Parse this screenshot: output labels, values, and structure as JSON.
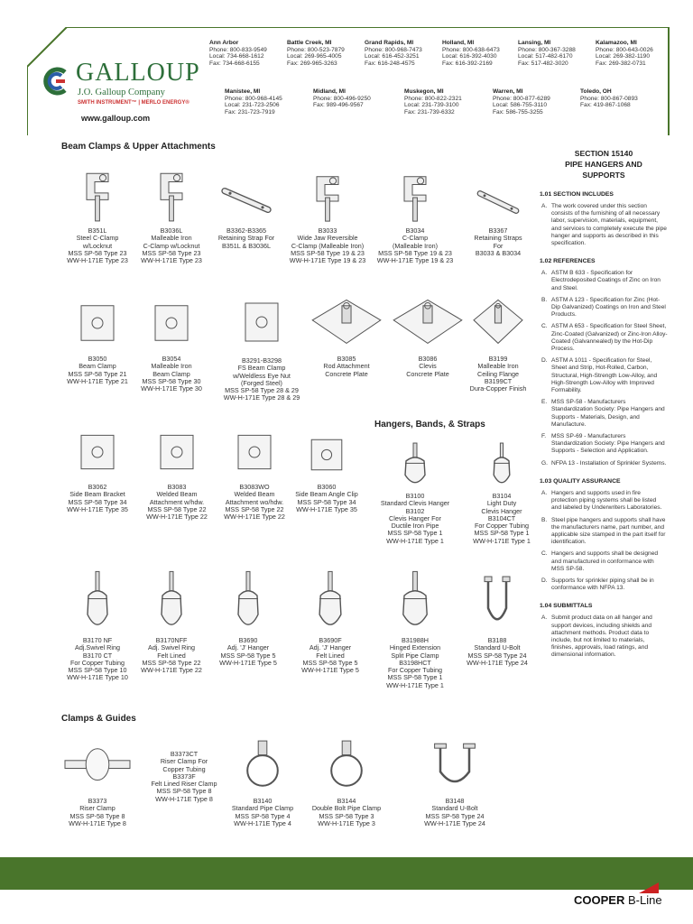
{
  "brand": {
    "name": "GALLOUP",
    "tagline": "J.O. Galloup Company",
    "sub": "SMITH INSTRUMENT™ | MERLO ENERGY®",
    "website": "www.galloup.com",
    "green": "#49752b"
  },
  "offices": [
    {
      "name": "Ann Arbor",
      "l1": "Phone: 800-833-9549",
      "l2": "Local: 734-668-1612",
      "l3": "Fax: 734-668-6155"
    },
    {
      "name": "Battle Creek, MI",
      "l1": "Phone: 800-523-7879",
      "l2": "Local: 269-965-4005",
      "l3": "Fax: 269-965-3263"
    },
    {
      "name": "Grand Rapids, MI",
      "l1": "Phone: 800-968-7473",
      "l2": "Local: 616-452-3251",
      "l3": "Fax: 616-248-4575"
    },
    {
      "name": "Holland, MI",
      "l1": "Phone: 800-638-6473",
      "l2": "Local: 616-392-4030",
      "l3": "Fax: 616-392-2169"
    },
    {
      "name": "Lansing, MI",
      "l1": "Phone: 800-367-3288",
      "l2": "Local: 517-482-6170",
      "l3": "Fax: 517-482-3020"
    },
    {
      "name": "Kalamazoo, MI",
      "l1": "Phone: 800-643-0026",
      "l2": "Local: 269-382-1190",
      "l3": "Fax: 269-382-0731"
    },
    {
      "name": "Manistee, MI",
      "l1": "Phone: 800-968-4145",
      "l2": "Local: 231-723-2506",
      "l3": "Fax: 231-723-7919"
    },
    {
      "name": "Midland, MI",
      "l1": "Phone: 800-496-9250",
      "l2": "Fax: 989-496-9567",
      "l3": ""
    },
    {
      "name": "Muskegon, MI",
      "l1": "Phone: 800-822-2321",
      "l2": "Local: 231-739-3100",
      "l3": "Fax: 231-739-6332"
    },
    {
      "name": "Warren, MI",
      "l1": "Phone: 800-877-6289",
      "l2": "Local: 586-755-3110",
      "l3": "Fax: 586-755-3255"
    },
    {
      "name": "Toledo, OH",
      "l1": "Phone: 800-867-0893",
      "l2": "Fax: 419-867-1068",
      "l3": ""
    }
  ],
  "sections": {
    "beam": "Beam Clamps & Upper Attachments",
    "hangers": "Hangers, Bands, & Straps",
    "clamps": "Clamps & Guides"
  },
  "products": [
    {
      "icon": "c-clamp-locknut-icon",
      "lines": [
        "B351L",
        "Steel C-Clamp",
        "w/Locknut",
        "MSS SP-58 Type 23",
        "WW-H-171E Type 23"
      ]
    },
    {
      "icon": "malleable-c-clamp-icon",
      "lines": [
        "B3036L",
        "Malleable Iron",
        "C-Clamp w/Locknut",
        "MSS SP-58 Type 23",
        "WW-H-171E Type 23"
      ]
    },
    {
      "icon": "retaining-strap-icon",
      "lines": [
        "B3362-B3365",
        "Retaining Strap For",
        "B351L & B3036L"
      ]
    },
    {
      "icon": "wide-jaw-c-clamp-icon",
      "lines": [
        "B3033",
        "Wide Jaw Reversible",
        "C-Clamp (Malleable Iron)",
        "MSS SP-58 Type 19 & 23",
        "WW-H-171E Type 19 & 23"
      ]
    },
    {
      "icon": "c-clamp-icon",
      "lines": [
        "B3034",
        "C-Clamp",
        "(Malleable Iron)",
        "MSS SP-58 Type 19 & 23",
        "WW-H-171E Type 19 & 23"
      ]
    },
    {
      "icon": "retaining-straps-icon",
      "lines": [
        "B3367",
        "Retaining Straps",
        "For",
        "B3033 & B3034"
      ]
    },
    {
      "icon": "beam-clamp-icon",
      "lines": [
        "B3050",
        "Beam Clamp",
        "MSS SP-58 Type 21",
        "WW-H-171E Type 21"
      ]
    },
    {
      "icon": "malleable-beam-clamp-icon",
      "lines": [
        "B3054",
        "Malleable Iron",
        "Beam Clamp",
        "MSS SP-58 Type 30",
        "WW-H-171E Type 30"
      ]
    },
    {
      "icon": "fs-beam-clamp-icon",
      "lines": [
        "B3291-B3298",
        "FS Beam Clamp",
        "w/Weldless Eye Nut",
        "(Forged Steel)",
        "MSS SP-58 Type 28 & 29",
        "WW-H-171E Type 28 & 29"
      ]
    },
    {
      "icon": "rod-attachment-plate-icon",
      "lines": [
        "B3085",
        "Rod Attachment",
        "Concrete Plate"
      ]
    },
    {
      "icon": "clevis-plate-icon",
      "lines": [
        "B3086",
        "Clevis",
        "Concrete Plate"
      ]
    },
    {
      "icon": "ceiling-flange-icon",
      "lines": [
        "B3199",
        "Malleable Iron",
        "Ceiling Flange",
        "B3199CT",
        "Dura-Copper Finish"
      ]
    },
    {
      "icon": "side-beam-bracket-icon",
      "lines": [
        "B3062",
        "Side Beam Bracket",
        "MSS SP-58 Type 34",
        "WW-H-171E Type 35"
      ]
    },
    {
      "icon": "welded-beam-attachment-icon",
      "lines": [
        "B3083",
        "Welded Beam",
        "Attachment w/hdw.",
        "MSS SP-58 Type 22",
        "WW-H-171E Type 22"
      ]
    },
    {
      "icon": "welded-beam-attachment-wo-icon",
      "lines": [
        "B3083WO",
        "Welded Beam",
        "Attachment wo/hdw.",
        "MSS SP-58 Type 22",
        "WW-H-171E Type 22"
      ]
    },
    {
      "icon": "angle-clip-icon",
      "lines": [
        "B3060",
        "Side Beam Angle Clip",
        "MSS SP-58 Type 34",
        "WW-H-171E Type 35"
      ]
    },
    {
      "icon": "clevis-hanger-icon",
      "lines": [
        "B3100",
        "Standard Clevis Hanger",
        "B3102",
        "Clevis Hanger For",
        "Ductile Iron Pipe",
        "MSS SP-58 Type 1",
        "WW-H-171E Type 1"
      ]
    },
    {
      "icon": "light-clevis-hanger-icon",
      "lines": [
        "B3104",
        "Light Duty",
        "Clevis Hanger",
        "B3104CT",
        "For Copper Tubing",
        "MSS SP-58 Type 1",
        "WW-H-171E Type 1"
      ]
    },
    {
      "icon": "swivel-ring-icon",
      "lines": [
        "B3170 NF",
        "Adj.Swivel Ring",
        "B3170 CT",
        "For Copper Tubing",
        "MSS SP-58 Type 10",
        "WW-H-171E Type 10"
      ]
    },
    {
      "icon": "felt-swivel-ring-icon",
      "lines": [
        "B3170NFF",
        "Adj. Swivel Ring",
        "Felt Lined",
        "MSS SP-58 Type 22",
        "WW-H-171E Type 22"
      ]
    },
    {
      "icon": "j-hanger-icon",
      "lines": [
        "B3690",
        "Adj. 'J' Hanger",
        "MSS SP-58 Type 5",
        "WW-H-171E Type 5"
      ]
    },
    {
      "icon": "felt-j-hanger-icon",
      "lines": [
        "B3690F",
        "Adj. 'J' Hanger",
        "Felt Lined",
        "MSS SP-58 Type 5",
        "WW-H-171E Type 5"
      ]
    },
    {
      "icon": "split-pipe-clamp-icon",
      "lines": [
        "B31988H",
        "Hinged Extension",
        "Split Pipe Clamp",
        "B3198HCT",
        "For Copper Tubing",
        "MSS SP-58 Type 1",
        "WW-H-171E Type 1"
      ]
    },
    {
      "icon": "u-bolt-icon",
      "lines": [
        "B3188",
        "Standard U-Bolt",
        "MSS SP-58 Type 24",
        "WW-H-171E Type 24"
      ]
    },
    {
      "icon": "riser-clamp-icon",
      "lines": [
        "B3373",
        "Riser Clamp",
        "MSS SP-58 Type 8",
        "WW-H-171E Type 8"
      ]
    },
    {
      "icon": "",
      "lines": [
        "B3373CT",
        "Riser Clamp For",
        "Copper Tubing",
        "B3373F",
        "Felt Lined Riser Clamp",
        "MSS SP-58 Type 8",
        "WW-H-171E Type 8"
      ]
    },
    {
      "icon": "pipe-clamp-icon",
      "lines": [
        "B3140",
        "Standard Pipe Clamp",
        "MSS SP-58 Type 4",
        "WW-H-171E Type 4"
      ]
    },
    {
      "icon": "double-bolt-clamp-icon",
      "lines": [
        "B3144",
        "Double Bolt Pipe Clamp",
        "MSS SP-58 Type 3",
        "WW-H-171E Type 3"
      ]
    },
    {
      "icon": "u-bolt-base-icon",
      "lines": [
        "B3148",
        "Standard U-Bolt",
        "MSS SP-58 Type 24",
        "WW-H-171E Type 24"
      ]
    }
  ],
  "spec": {
    "title1": "SECTION 15140",
    "title2": "PIPE HANGERS AND",
    "title3": "SUPPORTS",
    "groups": [
      {
        "head": "1.01  SECTION INCLUDES",
        "items": [
          {
            "letter": "A.",
            "text": "The work covered under this section consists of the furnishing of all necessary labor, supervision, materials, equipment, and services to completely execute the pipe hanger and supports as described in this specification."
          }
        ]
      },
      {
        "head": "1.02  REFERENCES",
        "items": [
          {
            "letter": "A.",
            "text": "ASTM B 633 - Specification for Electrodeposited Coatings of Zinc on Iron and Steel."
          },
          {
            "letter": "B.",
            "text": "ASTM A 123 - Specification for Zinc (Hot-Dip Galvanized) Coatings on Iron and Steel Products."
          },
          {
            "letter": "C.",
            "text": "ASTM A 653 - Specification for Steel Sheet, Zinc-Coated (Galvanized) or Zinc-Iron Alloy-Coated (Galvannealed) by the Hot-Dip Process."
          },
          {
            "letter": "D.",
            "text": "ASTM A 1011 - Specification for Steel, Sheet and Strip, Hot-Rolled, Carbon, Structural, High-Strength Low-Alloy, and High-Strength Low-Alloy with Improved Formability."
          },
          {
            "letter": "E.",
            "text": "MSS SP-58 - Manufacturers Standardization Society: Pipe Hangers and Supports - Materials, Design, and Manufacture."
          },
          {
            "letter": "F.",
            "text": "MSS SP-69 - Manufacturers Standardization Society: Pipe Hangers and Supports - Selection and Application."
          },
          {
            "letter": "G.",
            "text": "NFPA 13 - Installation of Sprinkler Systems."
          }
        ]
      },
      {
        "head": "1.03  QUALITY ASSURANCE",
        "items": [
          {
            "letter": "A.",
            "text": "Hangers and supports used in fire protection piping systems shall be listed and labeled by Underwriters Laboratories."
          },
          {
            "letter": "B.",
            "text": "Steel pipe hangers and supports shall have the manufacturers name, part number, and applicable size stamped in the part itself for identification."
          },
          {
            "letter": "C.",
            "text": "Hangers and supports shall be designed and manufactured in conformance with MSS SP-58."
          },
          {
            "letter": "D.",
            "text": "Supports for sprinkler piping shall be in conformance with NFPA 13."
          }
        ]
      },
      {
        "head": "1.04  SUBMITTALS",
        "items": [
          {
            "letter": "A.",
            "text": "Submit product data on all hanger and support devices, including shields and attachment methods. Product data to include, but not limited to materials, finishes, approvals, load ratings, and dimensional information."
          }
        ]
      }
    ]
  },
  "footer": {
    "brand": "COOPER",
    "brand2": "B-Line"
  }
}
